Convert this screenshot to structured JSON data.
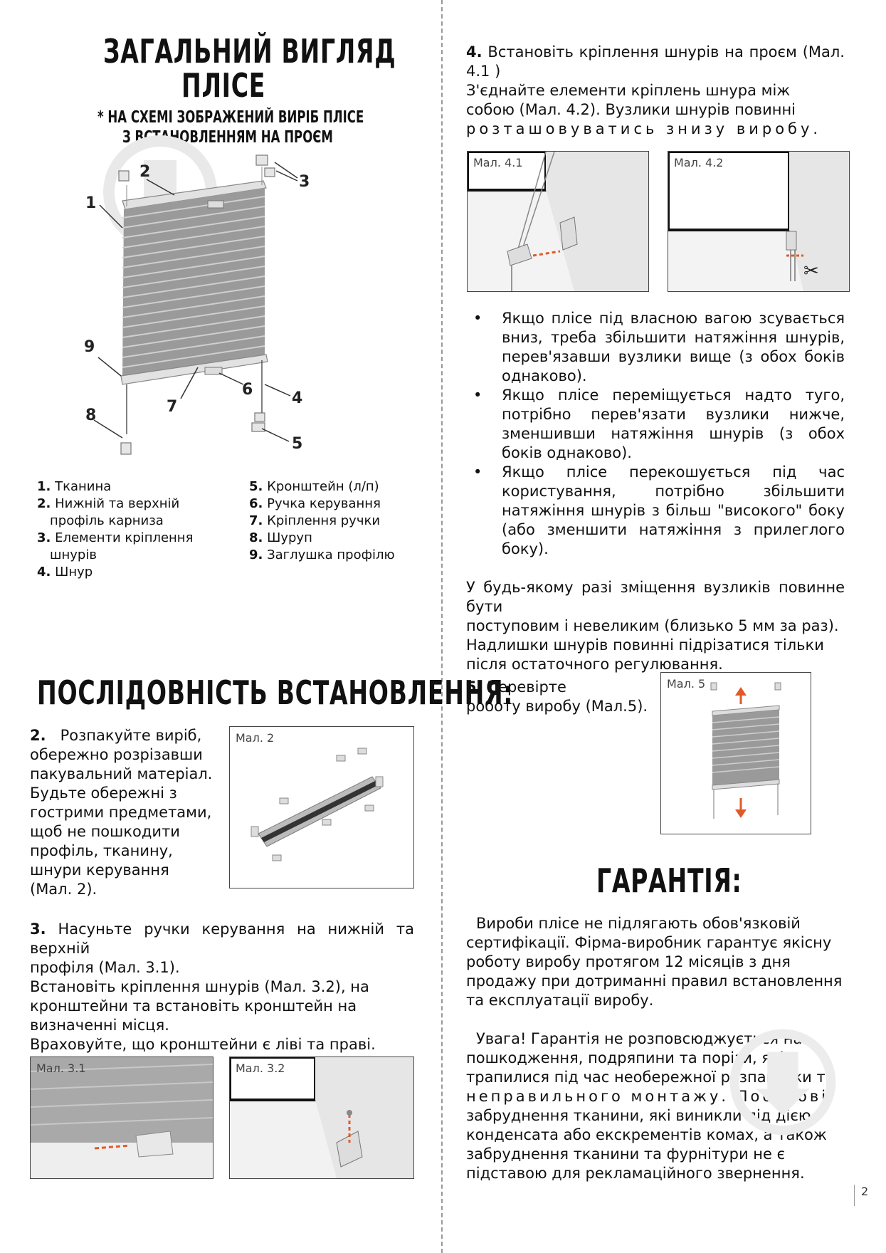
{
  "left": {
    "title_line1": "ЗАГАЛЬНИЙ ВИГЛЯД",
    "title_line2": "ПЛІСЕ",
    "subtitle_line1": "* НА СХЕМІ ЗОБРАЖЕНИЙ ВИРІБ ПЛІСЕ",
    "subtitle_line2": "З ВСТАНОВЛЕННЯМ НА ПРОЄМ",
    "diagram_callouts": [
      "1",
      "2",
      "3",
      "4",
      "5",
      "6",
      "7",
      "8",
      "9"
    ],
    "legend_col1": [
      {
        "num": "1.",
        "text": "Тканина"
      },
      {
        "num": "2.",
        "text": "Нижній та верхній"
      },
      {
        "num": "",
        "text": "профіль карниза"
      },
      {
        "num": "3.",
        "text": "Елементи кріплення"
      },
      {
        "num": "",
        "text": "шнурів"
      },
      {
        "num": "4.",
        "text": "Шнур"
      }
    ],
    "legend_col2": [
      {
        "num": "5.",
        "text": "Кронштейн (л/п)"
      },
      {
        "num": "6.",
        "text": "Ручка керування"
      },
      {
        "num": "7.",
        "text": "Кріплення ручки"
      },
      {
        "num": "8.",
        "text": "Шуруп"
      },
      {
        "num": "9.",
        "text": "Заглушка профілю"
      }
    ],
    "section_title": "ПОСЛІДОВНІСТЬ ВСТАНОВЛЕННЯ:",
    "step2_num": "2.",
    "step2_lines": [
      "Розпакуйте виріб,",
      "обережно розрізавши",
      "пакувальний матеріал.",
      "Будьте обережні з",
      "гострими предметами,",
      "щоб не пошкодити",
      "профіль, тканину,",
      "шнури керування",
      "(Мал. 2)."
    ],
    "fig2_caption": "Мал. 2",
    "step3_num": "3.",
    "step3_lines": [
      "Насуньте ручки керування на нижній та верхній",
      "профіля (Мал. 3.1).",
      "Встановіть кріплення шнурів (Мал. 3.2), на",
      "кронштейни та встановіть кронштейн на",
      "визначенні місця.",
      "Враховуйте, що кронштейни є ліві та праві."
    ],
    "fig31_caption": "Мал. 3.1",
    "fig32_caption": "Мал. 3.2"
  },
  "right": {
    "step4_num": "4.",
    "step4_lines": [
      "Встановіть кріплення шнурів на проєм (Мал. 4.1 )",
      "З'єднайте елементи кріплень шнура між",
      "собою (Мал. 4.2). Вузлики шнурів повинні",
      "розташовуватись знизу виробу."
    ],
    "fig41_caption": "Мал. 4.1",
    "fig42_caption": "Мал. 4.2",
    "bullets": [
      "Якщо плісе під власною вагою зсувається вниз, треба збільшити натяжіння шнурів, перев'язавши вузлики вище (з обох боків однаково).",
      "Якщо плісе переміщується надто туго, потрібно перев'язати вузлики нижче, зменшивши натяжіння шнурів (з обох боків однаково).",
      "Якщо плісе перекошується під час користування, потрібно збільшити натяжіння шнурів з більш \"високого\" боку (або зменшити натяжіння з прилеглого боку)."
    ],
    "para_shift_lines": [
      "У будь-якому разі зміщення вузликів повинне бути",
      "поступовим і невеликим (близько 5 мм за раз).",
      "Надлишки шнурів повинні підрізатися тільки",
      "після остаточного регулювання."
    ],
    "step5_num": "5.",
    "step5_lines": [
      "Перевірте",
      "роботу виробу (Мал.5)."
    ],
    "fig5_caption": "Мал. 5",
    "warranty_title": "ГАРАНТІЯ:",
    "warranty_p1_lines": [
      "Вироби плісе не підлягають обов'язковій",
      "сертифікації. Фірма-виробник гарантує якісну",
      "роботу виробу протягом 12 місяців з дня",
      "продажу при дотриманні правил встановлення",
      "та експлуатації виробу."
    ],
    "warranty_p2_lines": [
      "Увага! Гарантія не розповсюджується на",
      "пошкодження, подряпини та порізи, які",
      "трапилися під час необережної розпаковки та",
      "неправильного монтажу. Побутові",
      "забруднення тканини, які виникли під дією",
      "конденсата або екскрементів комах, а також",
      "забруднення тканини та фурнітури не є",
      "підставою для рекламаційного звернення."
    ]
  },
  "page_number": "2"
}
